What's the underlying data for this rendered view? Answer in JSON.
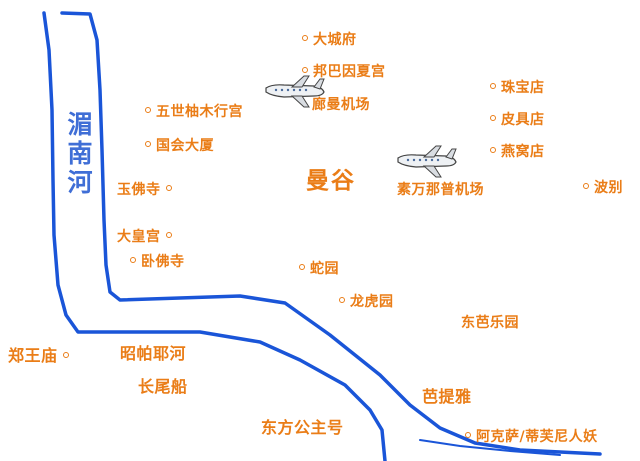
{
  "map": {
    "city_label": "曼谷",
    "river_label": [
      "湄",
      "南",
      "河"
    ],
    "places": {
      "grand_palace_district": "大城府",
      "bang_pa_in_palace": "邦巴因夏宫",
      "don_mueang_airport": "廊曼机场",
      "vimanmek_mansion": "五世柚木行宫",
      "parliament_house": "国会大厦",
      "wat_phra_kaew": "玉佛寺",
      "grand_palace": "大皇宫",
      "wat_pho": "卧佛寺",
      "jewelry_store": "珠宝店",
      "leather_store": "皮具店",
      "birds_nest_store": "燕窝店",
      "suvarnabhumi_airport": "素万那普机场",
      "pattaya_bobay": "波别",
      "snake_farm": "蛇园",
      "crocodile_farm": "龙虎园",
      "nong_nooch_garden": "东芭乐园",
      "wat_rong_khun_zheng": "郑王庙",
      "chao_phraya_river": "昭帕耶河",
      "longtail_boat": "长尾船",
      "pattaya": "芭提雅",
      "oriental_princess_cruise": "东方公主号",
      "alcazar_tiffany_show": "阿克萨/蒂芙尼人妖"
    },
    "colors": {
      "label": "#ea7d17",
      "river": "#1a55d8",
      "river_label": "#3f6ed6"
    },
    "icons": [
      "airplane-icon",
      "airplane-icon"
    ]
  }
}
